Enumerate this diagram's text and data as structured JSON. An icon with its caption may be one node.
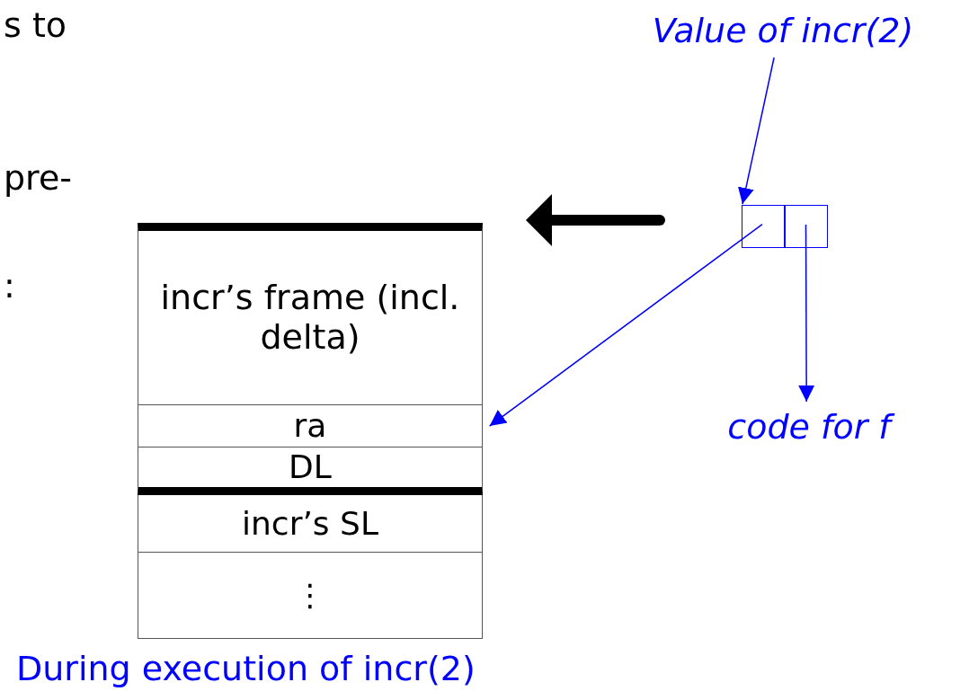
{
  "diagram": {
    "caption": "During execution of incr(2)",
    "nodes": [
      {
        "text": [
          "incr’s frame (incl. delta)"
        ]
      },
      {
        "text": [
          "ra"
        ]
      },
      {
        "text": [
          "DL"
        ]
      },
      {
        "text": [
          "incr’s SL"
        ]
      },
      {
        "text": [
          "⋮"
        ]
      },
      {
        "text": [
          "Value of incr(2)"
        ]
      },
      {
        "text": [],
        "shape": "box"
      },
      {
        "text": [],
        "shape": "box"
      },
      {
        "text": [
          "code for f"
        ]
      }
    ],
    "edges": [
      {
        "from": 5,
        "to": 6,
        "arrow": "to"
      },
      {
        "from": 6,
        "to": 1,
        "arrow": "to"
      },
      {
        "from": 7,
        "to": 8,
        "arrow": "to"
      }
    ],
    "labels": [
      "s to",
      "pre-",
      ":"
    ]
  }
}
